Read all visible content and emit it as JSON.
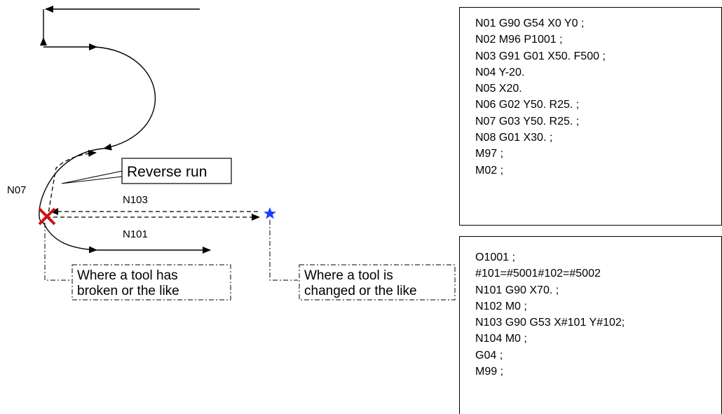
{
  "labels": {
    "n07": "N07",
    "n103": "N103",
    "n101": "N101",
    "reverse_run": "Reverse run",
    "broken_line1": "Where a tool has",
    "broken_line2": "broken or the like",
    "changed_line1": "Where a tool is",
    "changed_line2": "changed or the like"
  },
  "main_program": [
    "N01 G90 G54 X0 Y0 ;",
    "N02 M96 P1001 ;",
    "N03 G91 G01 X50. F500 ;",
    "N04 Y-20.",
    "N05 X20.",
    "N06 G02 Y50. R25. ;",
    "N07 G03 Y50. R25. ;",
    "N08 G01 X30. ;",
    "M97 ;",
    "M02 ;"
  ],
  "sub_program": [
    "O1001 ;",
    "#101=#5001#102=#5002",
    "N101 G90 X70. ;",
    "N102 M0 ;",
    "N103 G90 G53 X#101 Y#102;",
    "N104 M0 ;",
    "G04 ;",
    "M99 ;"
  ],
  "colors": {
    "broken_marker": "#cc1111",
    "changed_marker": "#1a3cff"
  },
  "icons": {
    "broken_marker": "x-mark-icon",
    "changed_marker": "star-icon"
  }
}
